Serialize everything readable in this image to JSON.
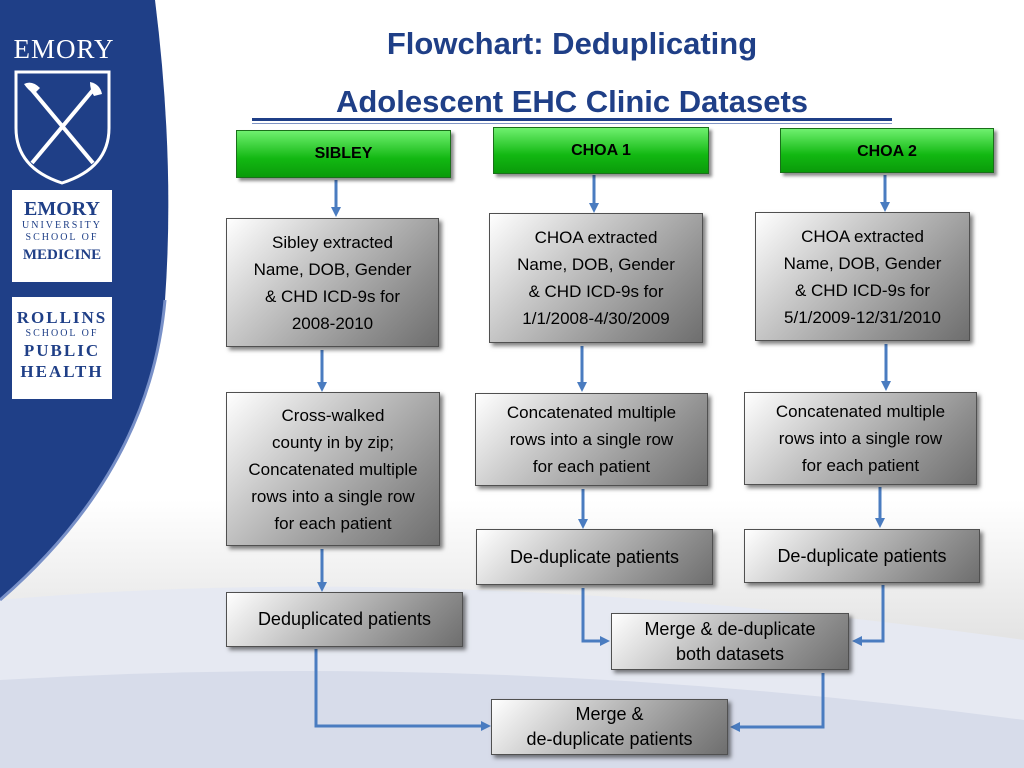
{
  "slide": {
    "title_line1": "Flowchart: Deduplicating",
    "title_line2": "Adolescent EHC Clinic Datasets"
  },
  "logos": {
    "emory": "EMORY",
    "school_of_medicine": [
      "EMORY",
      "UNIVERSITY",
      "SCHOOL OF",
      "MEDICINE"
    ],
    "rollins": [
      "ROLLINS",
      "SCHOOL OF",
      "PUBLIC",
      "HEALTH"
    ]
  },
  "sources": {
    "sibley": "SIBLEY",
    "choa1": "CHOA 1",
    "choa2": "CHOA 2"
  },
  "steps": {
    "sibley_extract": "Sibley extracted\nName, DOB, Gender\n& CHD ICD-9s for\n2008-2010",
    "choa1_extract": "CHOA extracted\nName, DOB, Gender\n& CHD ICD-9s for\n1/1/2008-4/30/2009",
    "choa2_extract": "CHOA extracted\nName, DOB, Gender\n& CHD ICD-9s for\n5/1/2009-12/31/2010",
    "sibley_crosswalk": "Cross-walked\n county in by zip;\nConcatenated multiple\nrows into a single row\nfor each patient",
    "choa1_concat": "Concatenated multiple\nrows into a single row\nfor each patient",
    "choa2_concat": "Concatenated multiple\nrows into a single row\nfor each patient",
    "choa1_dedup": "De-duplicate patients",
    "choa2_dedup": "De-duplicate patients",
    "sibley_dedup": "Deduplicated patients",
    "merge_choa": "Merge & de-duplicate\nboth datasets",
    "merge_final": "Merge &\nde-duplicate patients"
  },
  "colors": {
    "brand_blue": "#1f3f87",
    "arrow_blue": "#4a7cc0",
    "source_green": "#12b812"
  }
}
